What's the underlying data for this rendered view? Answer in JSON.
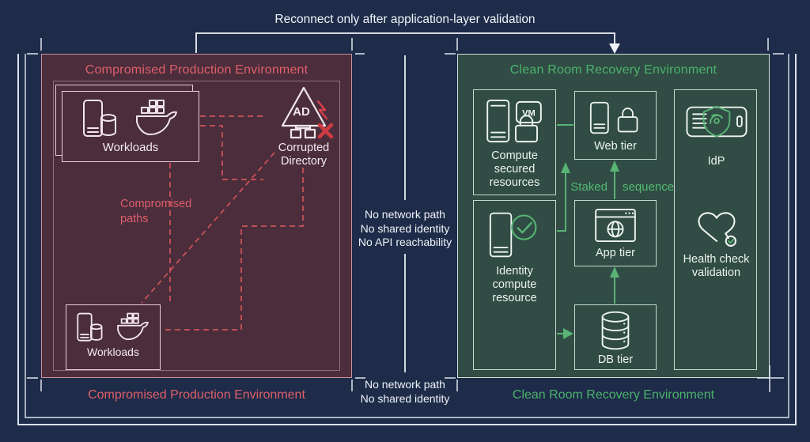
{
  "top_note": "Reconnect only after application-layer validation",
  "compromised_env": {
    "title": "Compromised Production Environment",
    "footer": "Compromised Production Environment",
    "workloads_primary": {
      "label": "Workloads"
    },
    "workloads_secondary": {
      "label": "Workloads"
    },
    "corrupted_directory": {
      "ad_badge": "AD",
      "lines": [
        "Corrupted",
        "Directory"
      ]
    },
    "compromised_paths": {
      "lines": [
        "Compromised",
        "paths"
      ]
    }
  },
  "isolation": {
    "upper_lines": [
      "No network path",
      "No shared identity",
      "No API reachability"
    ],
    "lower_lines": [
      "No network path",
      "No shared identity"
    ]
  },
  "clean_room_env": {
    "title": "Clean Room Recovery Environment",
    "footer": "Clean Room Recovery Environment",
    "compute_secured": {
      "vm_badge": "VM",
      "lines": [
        "Compute",
        "secured",
        "resources"
      ]
    },
    "identity_compute": {
      "lines": [
        "Identity",
        "compute",
        "resource"
      ]
    },
    "web_tier": {
      "label": "Web tier"
    },
    "app_tier": {
      "label": "App tier"
    },
    "db_tier": {
      "label": "DB tier"
    },
    "idp": {
      "label": "IdP"
    },
    "health_check": {
      "lines": [
        "Health check",
        "validation"
      ]
    },
    "staked_sequence": {
      "left": "Staked",
      "right": "sequence"
    }
  },
  "colors": {
    "background": "#1e2b49",
    "compromised_fill": "#4b2d3c",
    "compromised_border": "#c9919c",
    "compromised_accent": "#df5f6a",
    "dashed_path_red": "#d05458",
    "corruption_mark_red": "#cf3a42",
    "clean_fill": "#304c44",
    "clean_border": "#cfe0d6",
    "clean_accent": "#4cb36c",
    "flow_arrow_green": "#58b374",
    "structure_line_white": "#e2e8f0"
  }
}
